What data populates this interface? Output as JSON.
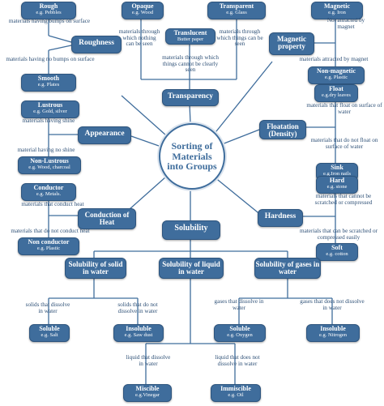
{
  "center": "Sorting of Materials into Groups",
  "nodes": {
    "rough": {
      "title": "Rough",
      "example": "e.g. Pebbles"
    },
    "opaque": {
      "title": "Opaque",
      "example": "e.g. Wood"
    },
    "transparent": {
      "title": "Transparent",
      "example": "e.g. Glass"
    },
    "magnetic": {
      "title": "Magnetic",
      "example": "e.g. Iron"
    },
    "roughness": {
      "title": "Roughness"
    },
    "translucent": {
      "title": "Translucent",
      "example": "Butter paper"
    },
    "magnetic_property": {
      "title": "Magnetic property"
    },
    "smooth": {
      "title": "Smooth",
      "example": "e.g. Plates"
    },
    "non_magnetic": {
      "title": "Non-magnetic",
      "example": "e.g. Plastic"
    },
    "transparency": {
      "title": "Transparency"
    },
    "lustrous": {
      "title": "Lustrous",
      "example": "e.g. Gold, silver"
    },
    "float": {
      "title": "Float",
      "example": "e.g.dry leaves"
    },
    "appearance": {
      "title": "Appearance"
    },
    "floatation": {
      "title": "Floatation (Density)"
    },
    "non_lustrous": {
      "title": "Non-Lustrous",
      "example": "e.g. Wood, charcoal"
    },
    "sink": {
      "title": "Sink",
      "example": "e.g.Iron nails"
    },
    "conductor": {
      "title": "Conductor",
      "example": "e.g. Metals."
    },
    "hard": {
      "title": "Hard",
      "example": "e.g. stone"
    },
    "conduction_of_heat": {
      "title": "Conduction of Heat"
    },
    "hardness": {
      "title": "Hardness"
    },
    "solubility": {
      "title": "Solubility"
    },
    "non_conductor": {
      "title": "Non conductor",
      "example": "e.g. Plastic"
    },
    "soft": {
      "title": "Soft",
      "example": "e.g. cotton"
    },
    "sol_solid": {
      "title": "Solubility of solid in water"
    },
    "sol_liquid": {
      "title": "Solubility of liquid in water"
    },
    "sol_gas": {
      "title": "Solubility of gases in water"
    },
    "soluble_salt": {
      "title": "Soluble",
      "example": "e.g. Salt"
    },
    "insoluble_sawdust": {
      "title": "Insoluble",
      "example": "e.g. Saw dust"
    },
    "soluble_oxygen": {
      "title": "Soluble",
      "example": "e.g. Oxygen"
    },
    "insoluble_nitrogen": {
      "title": "Insoluble",
      "example": "e.g. Nitrogen"
    },
    "miscible": {
      "title": "Miscible",
      "example": "e.g.Vinegar"
    },
    "immiscible": {
      "title": "Immiscible",
      "example": "e.g. Oil"
    }
  },
  "labels": {
    "bumps": "materials having bumps on surface",
    "no_bumps": "materials having no bumps on surface",
    "nothing_seen": "materials through which nothing can be seen",
    "things_seen": "materials through which things can be seen",
    "not_clearly": "materials through which things cannot be clearly seen",
    "not_attracted": "Not attracted by magnet",
    "attracted": "materials attracted by magnet",
    "shine": "materials having shine",
    "no_shine": "material having no shine",
    "float_water": "materials that float on surface of water",
    "not_float": "materials that do not float on surface of water",
    "conduct_heat": "materials that conduct heat",
    "not_conduct": "materials that do not conduct heat",
    "cannot_scratch": "materials that cannot be scratched or compressed",
    "can_scratch": "materials that can be scratched or compressed easily",
    "solids_dissolve": "solids that dissolve in water",
    "solids_not": "solids that do not dissolve in water",
    "gases_dissolve": "gases that dissolve in water",
    "gases_not": "gases that does not dissolve in water",
    "liquid_dissolve": "liquid that dissolve in water",
    "liquid_not": "liquid that does not dissolve in water"
  },
  "colors": {
    "node": "#3f6d9c",
    "text": "#2f5177",
    "line": "#3f6d9c"
  }
}
